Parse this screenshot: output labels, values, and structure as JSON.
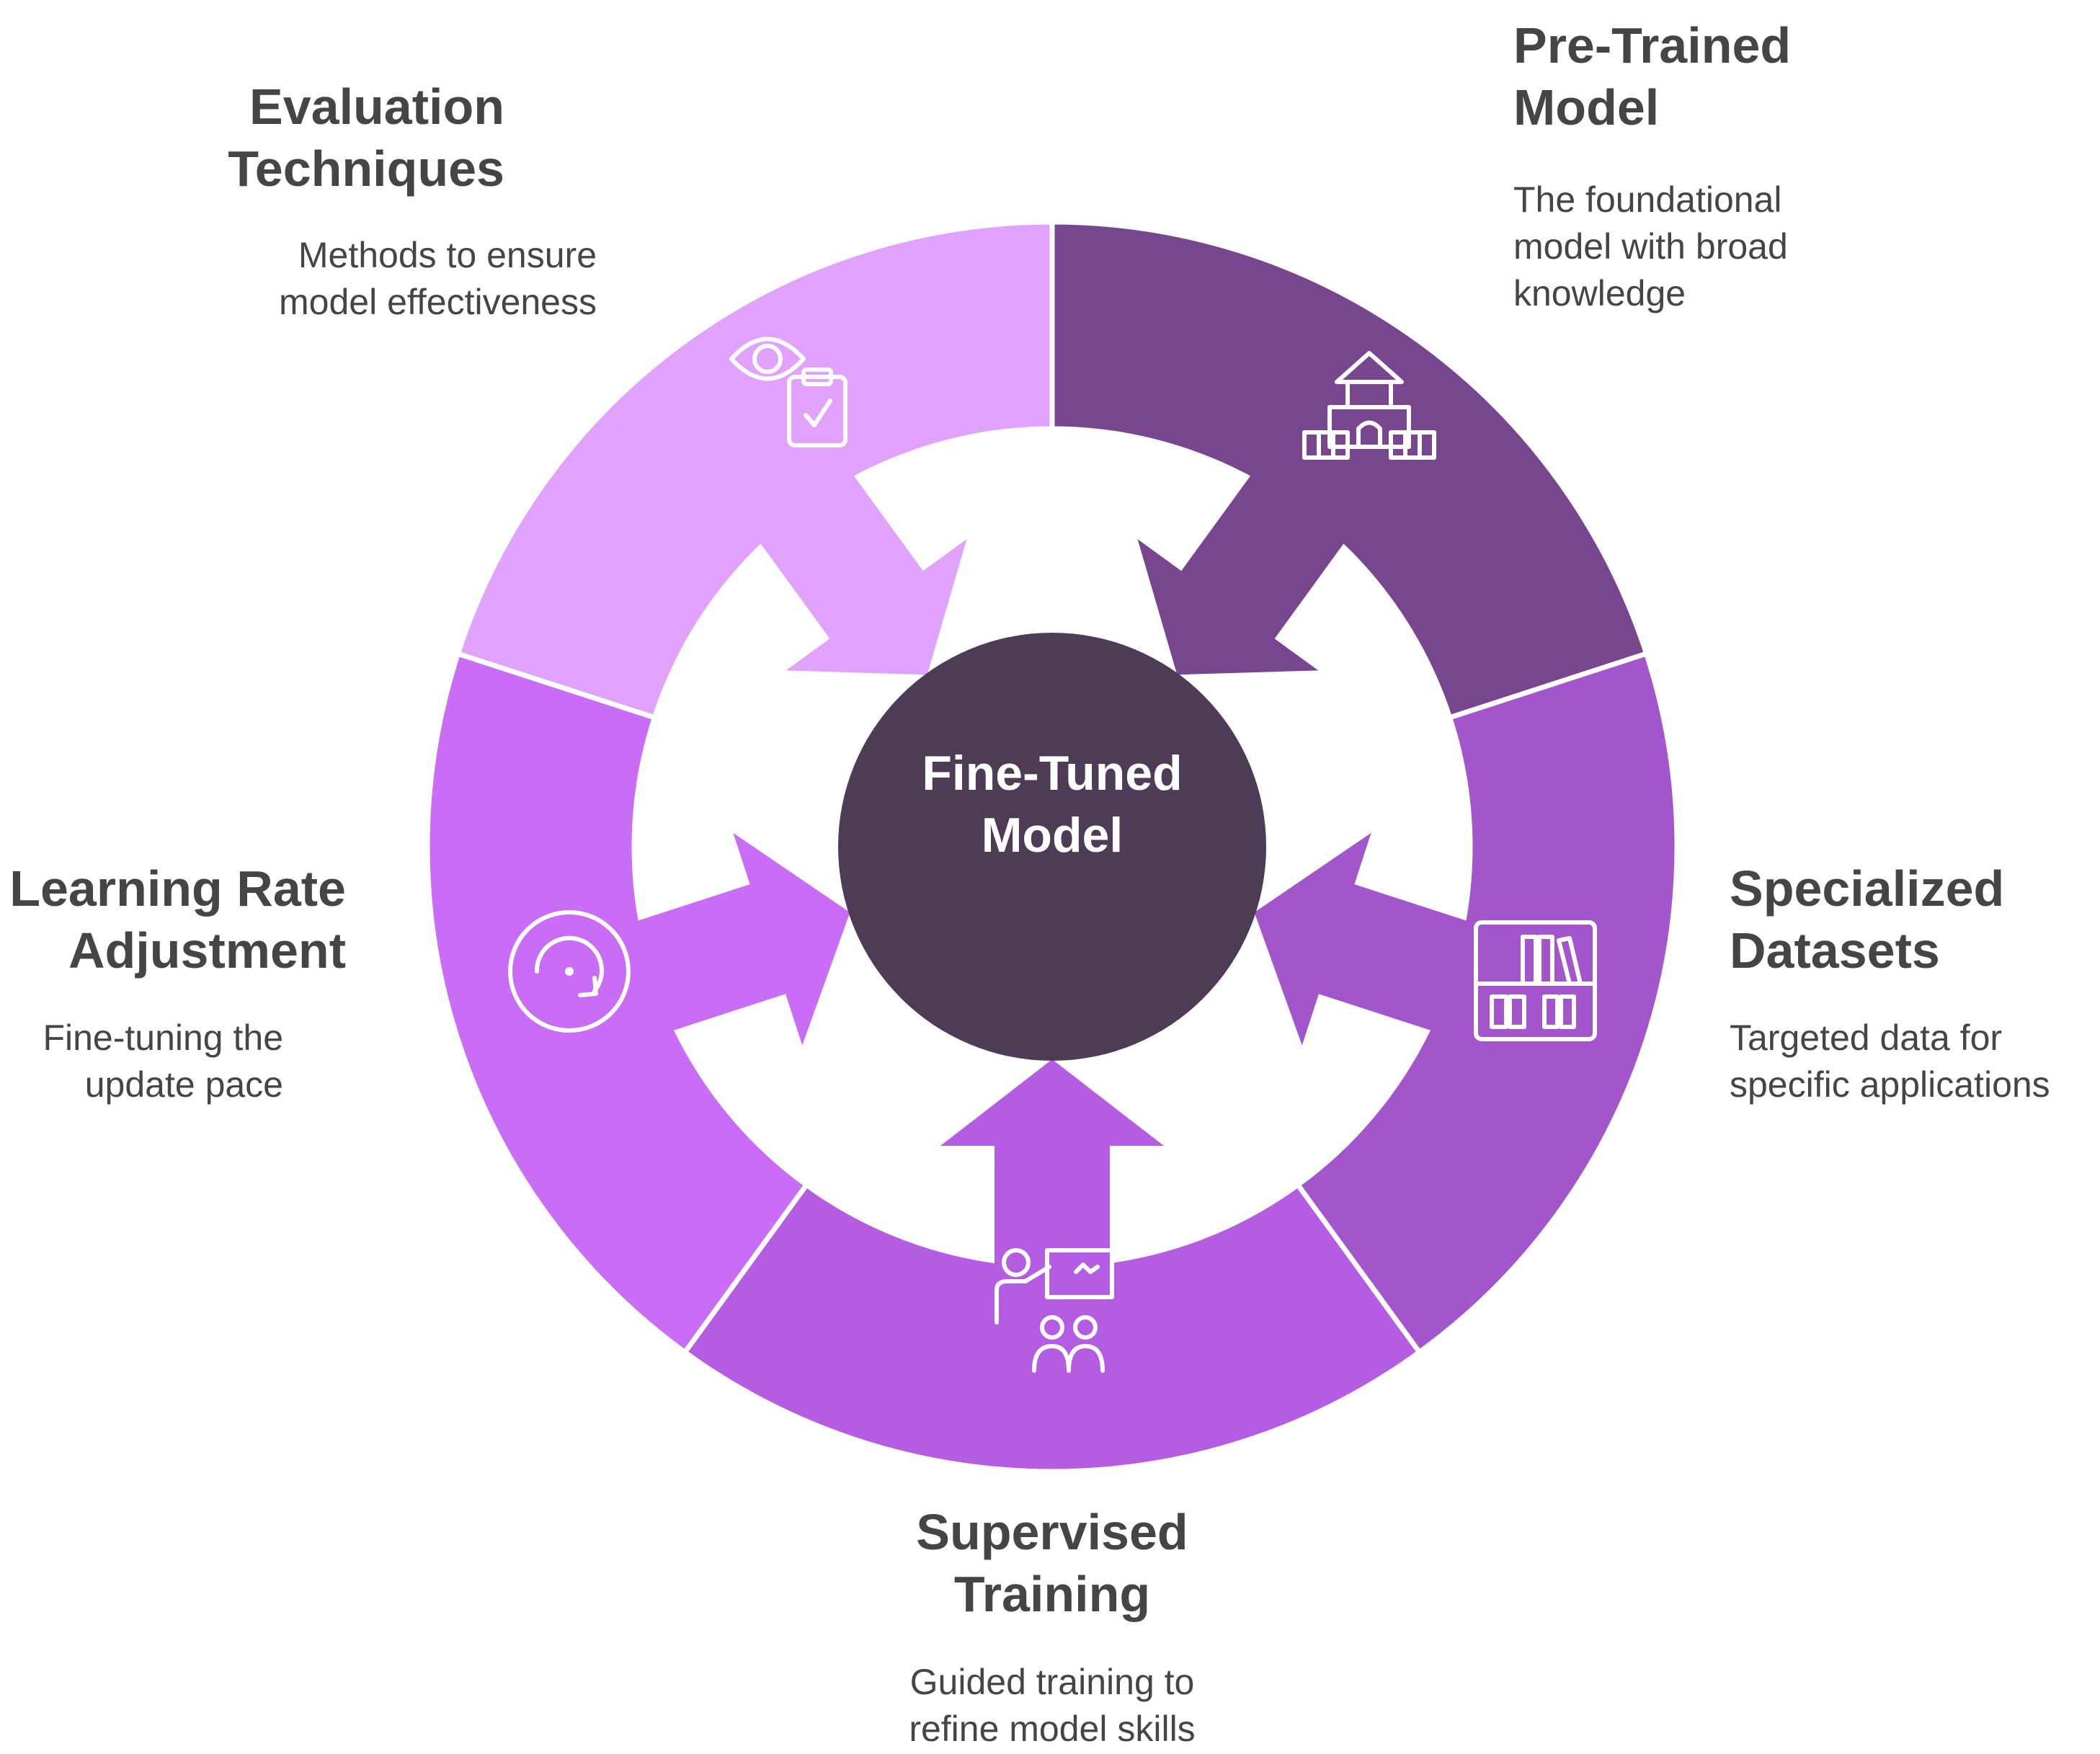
{
  "colors": {
    "pretrained": "#78458f",
    "specialized": "#a355cb",
    "supervised": "#b55de2",
    "learning_rate": "#c96cf6",
    "evaluation": "#e0a2fd",
    "center": "#4e3b55",
    "text": "#454545",
    "icon_stroke": "#ffffff"
  },
  "center": {
    "line1": "Fine-Tuned",
    "line2": "Model"
  },
  "steps": [
    {
      "key": "pretrained",
      "icon": "castle-icon",
      "title": [
        "Pre-Trained",
        "Model"
      ],
      "description": [
        "The foundational",
        "model with broad",
        "knowledge"
      ]
    },
    {
      "key": "specialized",
      "icon": "bookshelf-icon",
      "title": [
        "Specialized",
        "Datasets"
      ],
      "description": [
        "Targeted data for",
        "specific applications"
      ]
    },
    {
      "key": "supervised",
      "icon": "teacher-students-icon",
      "title": [
        "Supervised",
        "Training"
      ],
      "description": [
        "Guided training to",
        "refine model skills"
      ]
    },
    {
      "key": "learning_rate",
      "icon": "rotate-dial-icon",
      "title": [
        "Learning Rate",
        "Adjustment"
      ],
      "description": [
        "Fine-tuning the",
        "update pace"
      ]
    },
    {
      "key": "evaluation",
      "icon": "eye-clipboard-icon",
      "title": [
        "Evaluation",
        "Techniques"
      ],
      "description": [
        "Methods to ensure",
        "model effectiveness"
      ]
    }
  ]
}
